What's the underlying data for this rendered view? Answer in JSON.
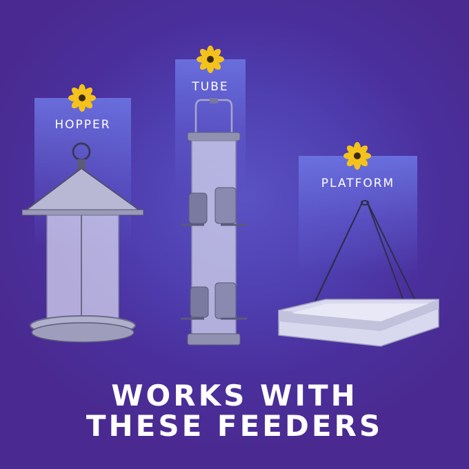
{
  "feeders": [
    {
      "label": "HOPPER",
      "icon": "sunflower-icon"
    },
    {
      "label": "TUBE",
      "icon": "sunflower-icon"
    },
    {
      "label": "PLATFORM",
      "icon": "sunflower-icon"
    }
  ],
  "headline": {
    "line1": "WORKS WITH",
    "line2": "THESE FEEDERS"
  },
  "colors": {
    "background": "#4f3fb0",
    "flower_petal": "#f5c21b",
    "flower_center": "#3a2a12",
    "text": "#ffffff"
  }
}
